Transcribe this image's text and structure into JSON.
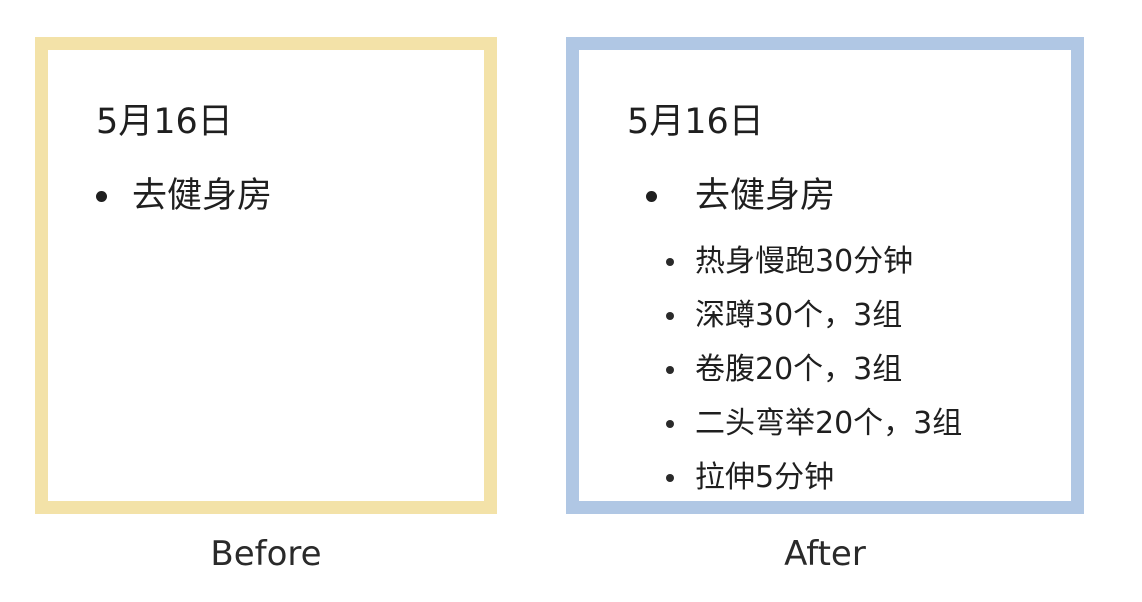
{
  "colors": {
    "before_border": "#f3e2a8",
    "after_border": "#b0c7e4",
    "text": "#1f1f1f"
  },
  "before": {
    "date": "5月16日",
    "item": "去健身房",
    "caption": "Before"
  },
  "after": {
    "date": "5月16日",
    "item": "去健身房",
    "subitems": [
      "热身慢跑30分钟",
      "深蹲30个，3组",
      "卷腹20个，3组",
      "二头弯举20个，3组",
      "拉伸5分钟"
    ],
    "caption": "After"
  }
}
